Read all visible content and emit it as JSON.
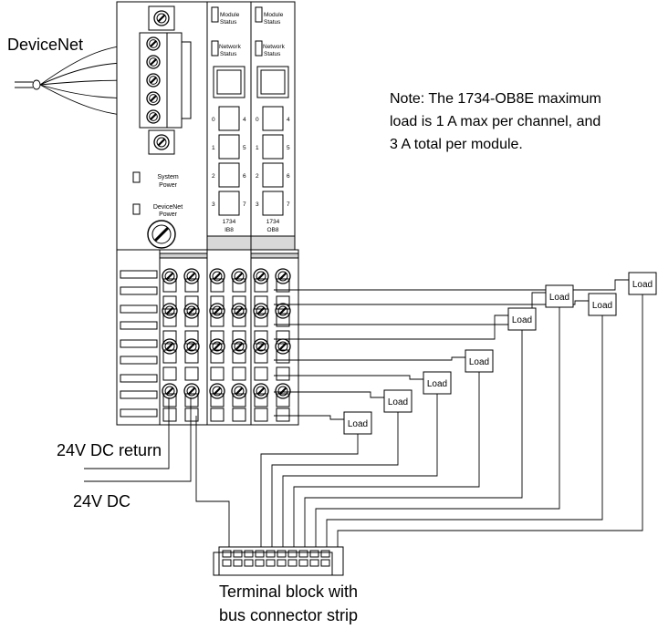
{
  "labels": {
    "devicenet": "DeviceNet",
    "dc_return": "24V DC return",
    "dc": "24V DC",
    "terminal_line1": "Terminal block with",
    "terminal_line2": "bus connector strip"
  },
  "note": {
    "line1": "Note: The 1734-OB8E maximum",
    "line2": "load is 1 A max per channel, and",
    "line3": "3 A total per module."
  },
  "adapter": {
    "system_power": [
      "System",
      "Power"
    ],
    "devicenet_power": [
      "DeviceNet",
      "Power"
    ]
  },
  "modules": [
    {
      "module_status": [
        "Module",
        "Status"
      ],
      "network_status": [
        "Network",
        "Status"
      ],
      "channels_left": [
        "0",
        "1",
        "2",
        "3"
      ],
      "channels_right": [
        "4",
        "5",
        "6",
        "7"
      ],
      "catalog": "1734",
      "type": "IB8"
    },
    {
      "module_status": [
        "Module",
        "Status"
      ],
      "network_status": [
        "Network",
        "Status"
      ],
      "channels_left": [
        "0",
        "1",
        "2",
        "3"
      ],
      "channels_right": [
        "4",
        "5",
        "6",
        "7"
      ],
      "catalog": "1734",
      "type": "OB8"
    }
  ],
  "loads": [
    "Load",
    "Load",
    "Load",
    "Load",
    "Load",
    "Load",
    "Load",
    "Load"
  ]
}
